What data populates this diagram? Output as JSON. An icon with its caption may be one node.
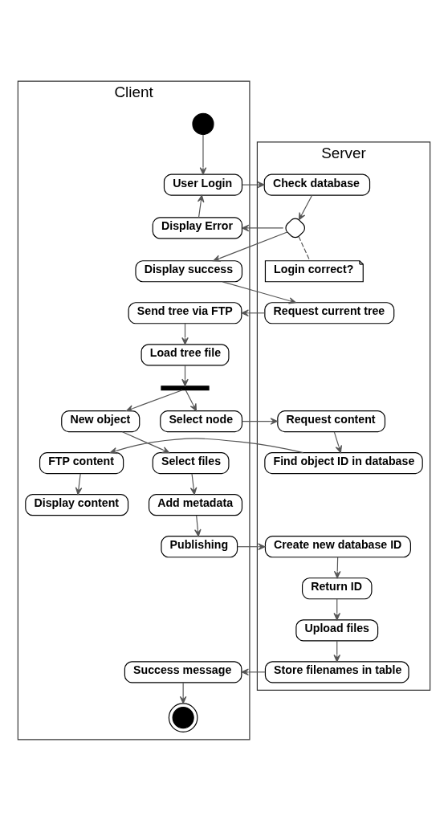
{
  "diagram": {
    "nodes": [
      {
        "text": [
          "Client"
        ]
      },
      {
        "text": [
          "Server"
        ]
      },
      {
        "text": [],
        "shape": "circle",
        "in": 0
      },
      {
        "text": [
          "User Login"
        ],
        "in": 0
      },
      {
        "text": [
          "Check database"
        ],
        "in": 1
      },
      {
        "text": [
          "Display Error"
        ],
        "in": 0
      },
      {
        "text": [],
        "shape": "diamond",
        "in": 1
      },
      {
        "text": [
          "Login correct?"
        ],
        "in": 1
      },
      {
        "text": [
          "Display success"
        ],
        "in": 0
      },
      {
        "text": [
          "Request current tree"
        ],
        "in": 1
      },
      {
        "text": [
          "Send tree via FTP"
        ],
        "in": 0
      },
      {
        "text": [
          "Load tree file"
        ],
        "in": 0
      },
      {
        "text": [],
        "shape": "bar",
        "in": 0
      },
      {
        "text": [
          "New object"
        ],
        "in": 0
      },
      {
        "text": [
          "Select node"
        ],
        "in": 0
      },
      {
        "text": [
          "Request content"
        ],
        "in": 1
      },
      {
        "text": [
          "Select files"
        ],
        "in": 0
      },
      {
        "text": [
          "FTP content"
        ],
        "in": 0
      },
      {
        "text": [
          "Find object ID in database"
        ],
        "in": 1
      },
      {
        "text": [
          "Add metadata"
        ],
        "in": 0
      },
      {
        "text": [
          "Display content"
        ],
        "in": 0
      },
      {
        "text": [
          "Publishing"
        ],
        "in": 0
      },
      {
        "text": [
          "Create new database ID"
        ],
        "in": 1
      },
      {
        "text": [
          "Return ID"
        ],
        "in": 1
      },
      {
        "text": [
          "Upload files"
        ],
        "in": 1
      },
      {
        "text": [
          "Success message"
        ],
        "in": 0
      },
      {
        "text": [
          "Store filenames in table"
        ],
        "in": 1
      },
      {
        "text": [],
        "shape": "circle",
        "in": 0
      }
    ],
    "edges": [
      {
        "from": 2,
        "to": 3,
        "arrow": "to"
      },
      {
        "from": 3,
        "to": 4,
        "arrow": "to"
      },
      {
        "from": 4,
        "to": 6,
        "arrow": "to"
      },
      {
        "from": 6,
        "to": 5,
        "arrow": "to"
      },
      {
        "from": 5,
        "to": 3,
        "arrow": "to"
      },
      {
        "from": 6,
        "to": 7,
        "arrow": "none",
        "style": "dashed"
      },
      {
        "from": 6,
        "to": 8,
        "arrow": "to"
      },
      {
        "from": 8,
        "to": 9,
        "arrow": "to"
      },
      {
        "from": 9,
        "to": 10,
        "arrow": "to"
      },
      {
        "from": 10,
        "to": 11,
        "arrow": "to"
      },
      {
        "from": 11,
        "to": 12,
        "arrow": "to"
      },
      {
        "from": 12,
        "to": 13,
        "arrow": "to"
      },
      {
        "from": 12,
        "to": 14,
        "arrow": "to"
      },
      {
        "from": 14,
        "to": 15,
        "arrow": "to"
      },
      {
        "from": 15,
        "to": 18,
        "arrow": "to"
      },
      {
        "from": 18,
        "to": 17,
        "arrow": "to"
      },
      {
        "from": 17,
        "to": 20,
        "arrow": "to"
      },
      {
        "from": 13,
        "to": 16,
        "arrow": "to"
      },
      {
        "from": 16,
        "to": 19,
        "arrow": "to"
      },
      {
        "from": 19,
        "to": 21,
        "arrow": "to"
      },
      {
        "from": 21,
        "to": 22,
        "arrow": "to"
      },
      {
        "from": 22,
        "to": 23,
        "arrow": "to"
      },
      {
        "from": 23,
        "to": 24,
        "arrow": "to"
      },
      {
        "from": 24,
        "to": 26,
        "arrow": "to"
      },
      {
        "from": 26,
        "to": 25,
        "arrow": "to"
      },
      {
        "from": 25,
        "to": 27,
        "arrow": "to"
      }
    ]
  }
}
